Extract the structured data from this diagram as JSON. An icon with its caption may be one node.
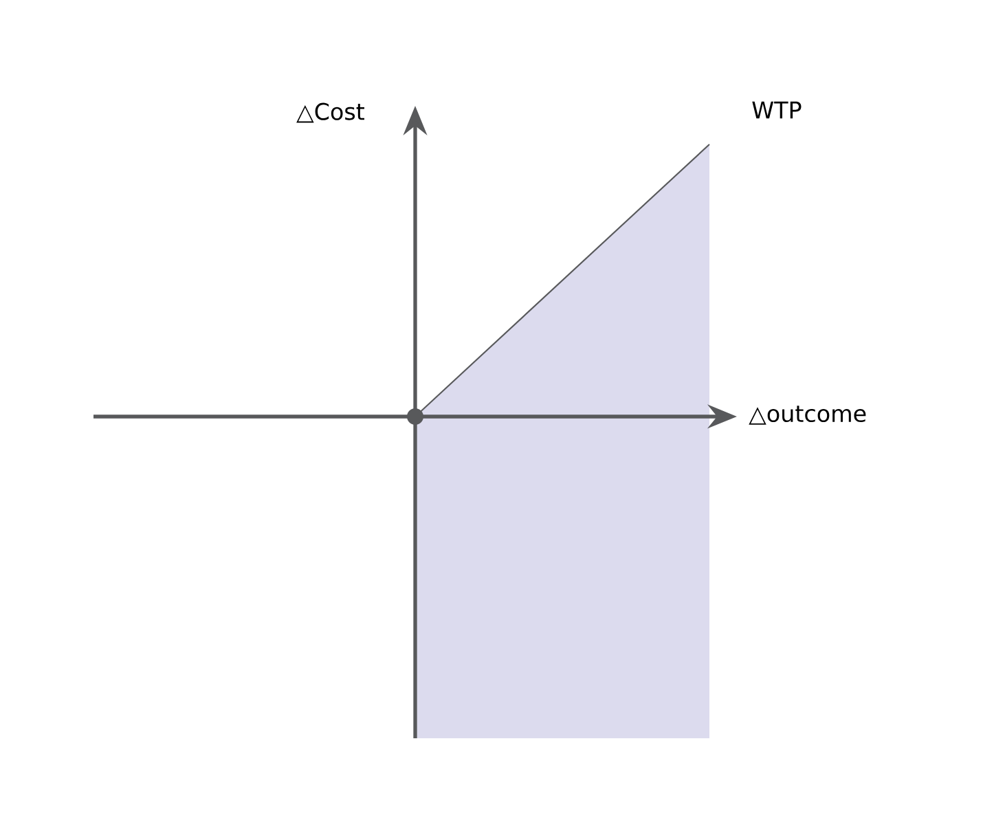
{
  "diagram": {
    "labels": [
      "△Cost",
      "WTP",
      "△outcome"
    ]
  }
}
